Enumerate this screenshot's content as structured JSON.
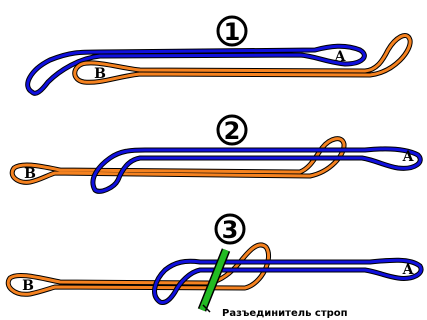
{
  "diagram": {
    "colors": {
      "blue_sling": "#1010dd",
      "orange_sling": "#f58220",
      "separator": "#22bb22",
      "outline": "#000000"
    },
    "steps": [
      {
        "label": "1",
        "loop_a": "A",
        "loop_b": "B"
      },
      {
        "label": "2",
        "loop_a": "A",
        "loop_b": "B"
      },
      {
        "label": "3",
        "loop_a": "A",
        "loop_b": "B"
      }
    ],
    "separator_caption": "Разъединитель строп"
  }
}
